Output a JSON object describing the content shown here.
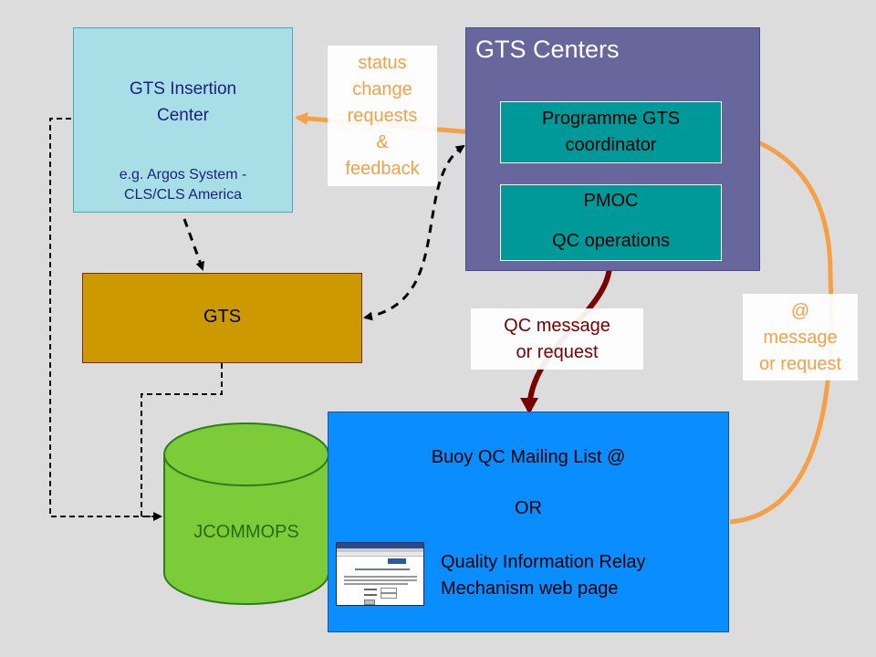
{
  "insertion_center": {
    "title_line1": "GTS Insertion",
    "title_line2": "Center",
    "example_line1": "e.g. Argos System -",
    "example_line2": "CLS/CLS America"
  },
  "gts": {
    "label": "GTS"
  },
  "gts_centers": {
    "title": "GTS Centers",
    "coordinator_line1": "Programme GTS",
    "coordinator_line2": "coordinator",
    "pmoc_line1": "PMOC",
    "pmoc_line2": "QC operations"
  },
  "status_label": {
    "line1": "status",
    "line2": "change",
    "line3": "requests",
    "line4": "&",
    "line5": "feedback"
  },
  "qc_label": {
    "line1": "QC message",
    "line2": "or request"
  },
  "at_label": {
    "line1": "@",
    "line2": "message",
    "line3": "or request"
  },
  "jcommops": {
    "label": "JCOMMOPS"
  },
  "buoy_qc": {
    "mailing_list": "Buoy QC Mailing List @",
    "or": "OR",
    "relay_line1": "Quality Information Relay",
    "relay_line2": "Mechanism web page"
  },
  "colors": {
    "background": "#dcdcdc",
    "insertion_fill": "#a8dfe6",
    "gts_fill": "#cc9900",
    "centers_fill": "#67679d",
    "teal_fill": "#009999",
    "buoy_fill": "#0a8eff",
    "jcommops_fill": "#7ccc3a",
    "orange": "#f5a046",
    "dark_red": "#7a0000"
  }
}
